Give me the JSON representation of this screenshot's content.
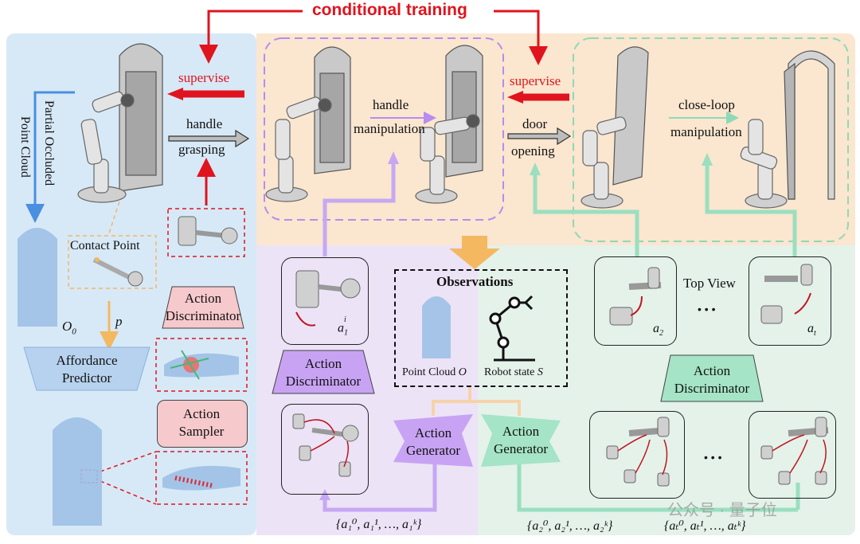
{
  "title": "conditional training",
  "left_panel": {
    "supervise": "supervise",
    "handle_grasping_1": "handle",
    "handle_grasping_2": "grasping",
    "partial_occluded": "Partial Occluded",
    "point_cloud": "Point Cloud",
    "contact_point": "Contact Point",
    "o0": "O",
    "o0_sub": "0",
    "p": "p",
    "affordance_1": "Affordance",
    "affordance_2": "Predictor",
    "action_discriminator_1": "Action",
    "action_discriminator_2": "Discriminator",
    "action_sampler_1": "Action",
    "action_sampler_2": "Sampler"
  },
  "top_panel": {
    "handle_manip_1": "handle",
    "handle_manip_2": "manipulation",
    "supervise": "supervise",
    "door_opening_1": "door",
    "door_opening_2": "opening",
    "closeloop_1": "close-loop",
    "closeloop_2": "manipulation"
  },
  "middle": {
    "observations": "Observations",
    "point_cloud_label": "Point Cloud",
    "point_cloud_sym": "O",
    "robot_state_label": "Robot state",
    "robot_state_sym": "S",
    "a1i": "a",
    "action_discriminator_1": "Action",
    "action_discriminator_2": "Discriminator",
    "action_generator_1": "Action",
    "action_generator_2": "Generator",
    "set1": "{a",
    "set1_full": "{a₁⁰, a₁¹, …, a₁ᵏ}"
  },
  "right": {
    "top_view": "Top View",
    "dots": "• • •",
    "action_discriminator_1": "Action",
    "action_discriminator_2": "Discriminator",
    "action_generator_1": "Action",
    "action_generator_2": "Generator",
    "set2_full": "{a₂⁰, a₂¹, …, a₂ᵏ}",
    "sett_full": "{aₜ⁰, aₜ¹, …, aₜᵏ}",
    "watermark": "公众号 · 量子位"
  },
  "colors": {
    "left_bg": "#d7e9f7",
    "top_bg": "#fbe6cf",
    "purple_bg": "#ece3f7",
    "green_bg": "#e4f2ea",
    "red": "#e0141e",
    "purple": "#b78cf0",
    "green": "#8fd9b6",
    "orange": "#f4b860",
    "blue": "#4a8fe0"
  }
}
